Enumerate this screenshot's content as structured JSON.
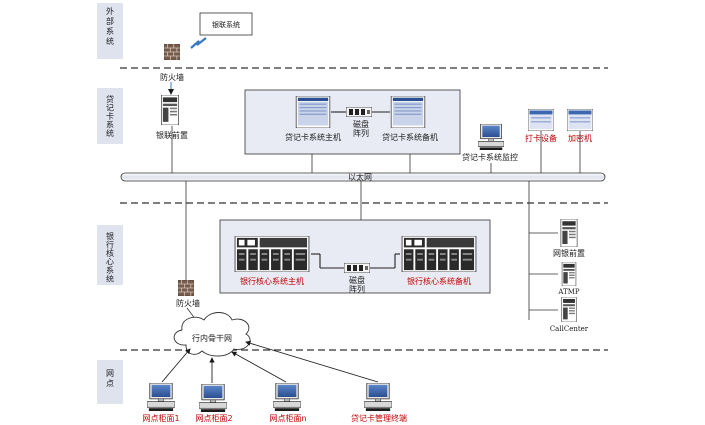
{
  "colors": {
    "zone_fill": "#dfe3ee",
    "box_fill": "#e9ebf4",
    "bus_fill": "#eef0f8",
    "red_label": "#c00000",
    "line": "#1a1a1a",
    "lightning": "#3b78c3"
  },
  "zones": [
    {
      "id": "external",
      "label": "外部系统"
    },
    {
      "id": "credit",
      "label": "贷记卡系统"
    },
    {
      "id": "core",
      "label": "银行核心系统"
    },
    {
      "id": "branch",
      "label": "网点"
    }
  ],
  "nodes": {
    "unionpay_system": "银联系统",
    "firewall_top": "防火墙",
    "unionpay_front": "银联前置",
    "credit_main": "贷记卡系统主机",
    "credit_backup": "贷记卡系统备机",
    "disk_array_top": "磁盘阵列",
    "credit_monitor": "贷记卡系统监控",
    "print_device": "打卡设备",
    "card_machine": "加密机",
    "ethernet": "以太网",
    "core_main": "银行核心系统主机",
    "core_backup": "银行核心系统备机",
    "disk_array_core": "磁盘阵列",
    "net_bank_front": "网银前置",
    "atmp": "ATMP",
    "call_center": "CallCenter",
    "firewall_bottom": "防火墙",
    "backbone": "行内骨干网",
    "counter_1": "网点柜面1",
    "counter_2": "网点柜面2",
    "counter_n": "网点柜面n",
    "credit_terminal": "贷记卡管理终端"
  },
  "icons": {
    "firewall": "firewall-icon",
    "server": "server-icon",
    "pc": "pc-icon",
    "cloud": "cloud-icon",
    "disk": "disk-array-icon",
    "lightning": "lightning-icon"
  }
}
